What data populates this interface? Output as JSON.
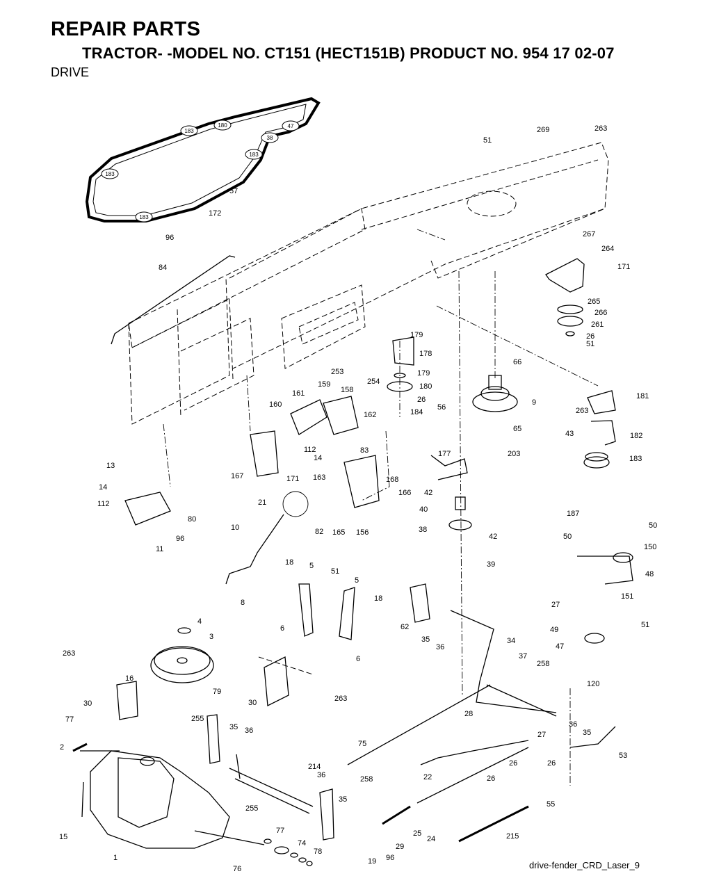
{
  "header": {
    "title": "REPAIR PARTS",
    "subtitle": "TRACTOR- -MODEL NO. CT151 (HECT151B) PRODUCT NO. 954 17 02-07",
    "section": "DRIVE"
  },
  "footer": {
    "drawing_id": "drive-fender_CRD_Laser_9"
  },
  "belt_pulley_markers": [
    "183",
    "180",
    "183",
    "38",
    "183",
    "183",
    "183",
    "47"
  ],
  "callouts": [
    "57",
    "172",
    "96",
    "84",
    "51",
    "269",
    "263",
    "267",
    "264",
    "171",
    "265",
    "266",
    "261",
    "26",
    "51",
    "179",
    "178",
    "179",
    "180",
    "26",
    "184",
    "66",
    "253",
    "254",
    "56",
    "9",
    "65",
    "203",
    "181",
    "263",
    "182",
    "43",
    "183",
    "187",
    "159",
    "158",
    "161",
    "160",
    "162",
    "167",
    "171",
    "112",
    "14",
    "163",
    "83",
    "13",
    "14",
    "112",
    "80",
    "96",
    "11",
    "21",
    "168",
    "166",
    "82",
    "165",
    "156",
    "177",
    "42",
    "40",
    "38",
    "42",
    "39",
    "10",
    "8",
    "18",
    "5",
    "51",
    "5",
    "18",
    "6",
    "6",
    "4",
    "3",
    "79",
    "263",
    "30",
    "16",
    "30",
    "263",
    "62",
    "35",
    "36",
    "34",
    "37",
    "258",
    "28",
    "36",
    "35",
    "27",
    "26",
    "26",
    "53",
    "50",
    "50",
    "150",
    "48",
    "27",
    "151",
    "49",
    "47",
    "51",
    "120",
    "77",
    "2",
    "15",
    "1",
    "255",
    "35",
    "36",
    "214",
    "36",
    "35",
    "255",
    "77",
    "74",
    "78",
    "76",
    "75",
    "258",
    "22",
    "29",
    "25",
    "24",
    "19",
    "96",
    "26",
    "215",
    "55",
    "27"
  ]
}
